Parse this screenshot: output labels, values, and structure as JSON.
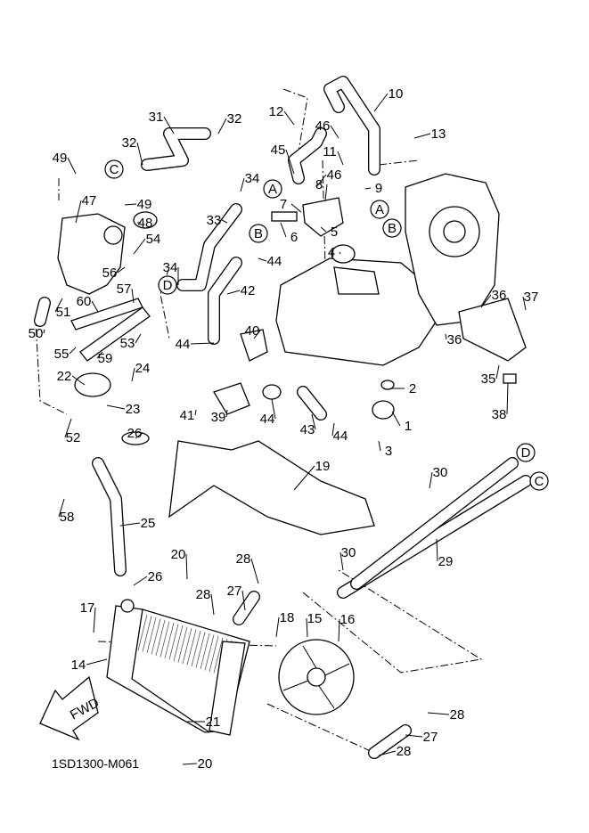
{
  "diagram_code": "1SD1300-M061",
  "fwd_label": "FWD",
  "callouts": [
    "10",
    "12",
    "13",
    "31",
    "32",
    "46",
    "11",
    "45",
    "32",
    "49",
    "34",
    "8",
    "9",
    "46",
    "47",
    "49",
    "48",
    "7",
    "6",
    "5",
    "33",
    "44",
    "54",
    "4",
    "56",
    "34",
    "57",
    "42",
    "60",
    "51",
    "36",
    "37",
    "36",
    "50",
    "55",
    "59",
    "53",
    "44",
    "40",
    "35",
    "24",
    "22",
    "2",
    "23",
    "41",
    "39",
    "44",
    "43",
    "44",
    "1",
    "38",
    "52",
    "26",
    "3",
    "19",
    "30",
    "58",
    "25",
    "29",
    "30",
    "20",
    "28",
    "26",
    "27",
    "28",
    "17",
    "18",
    "15",
    "16",
    "14",
    "28",
    "27",
    "28",
    "21",
    "20"
  ],
  "connector_markers": [
    "C",
    "A",
    "A",
    "B",
    "B",
    "D",
    "D",
    "C"
  ]
}
